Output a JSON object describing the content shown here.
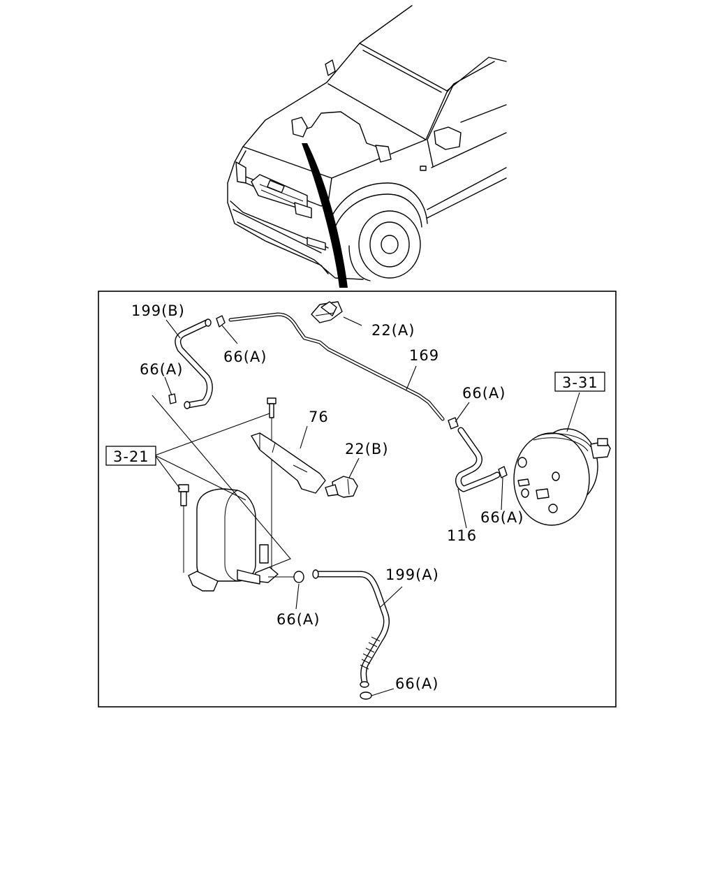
{
  "labels": {
    "p199b": "199(B)",
    "p66a_top": "66(A)",
    "p22a": "22(A)",
    "p66a_left": "66(A)",
    "p169": "169",
    "p66a_right": "66(A)",
    "p76": "76",
    "p22b": "22(B)",
    "p116": "116",
    "p66a_booster": "66(A)",
    "p199a": "199(A)",
    "p66a_tank": "66(A)",
    "p66a_bottom": "66(A)"
  },
  "references": {
    "ref_3_31": "3-31",
    "ref_3_21": "3-21"
  }
}
